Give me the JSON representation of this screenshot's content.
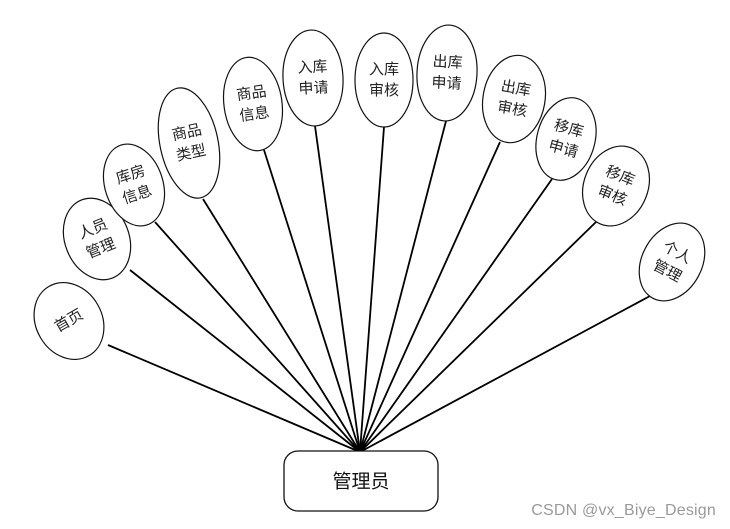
{
  "root": {
    "label": "管理员"
  },
  "nodes": [
    {
      "id": "home",
      "lines": [
        "首页"
      ]
    },
    {
      "id": "personnel",
      "lines": [
        "人员",
        "管理"
      ]
    },
    {
      "id": "warehouse-info",
      "lines": [
        "库房",
        "信息"
      ]
    },
    {
      "id": "product-type",
      "lines": [
        "商品",
        "类型"
      ]
    },
    {
      "id": "product-info",
      "lines": [
        "商品",
        "信息"
      ]
    },
    {
      "id": "inbound-apply",
      "lines": [
        "入库",
        "申请"
      ]
    },
    {
      "id": "inbound-review",
      "lines": [
        "入库",
        "审核"
      ]
    },
    {
      "id": "outbound-apply",
      "lines": [
        "出库",
        "申请"
      ]
    },
    {
      "id": "outbound-review",
      "lines": [
        "出库",
        "审核"
      ]
    },
    {
      "id": "transfer-apply",
      "lines": [
        "移库",
        "申请"
      ]
    },
    {
      "id": "transfer-review",
      "lines": [
        "移库",
        "审核"
      ]
    },
    {
      "id": "personal-manage",
      "lines": [
        "个人",
        "管理"
      ]
    }
  ],
  "watermark": "CSDN @vx_Biye_Design"
}
